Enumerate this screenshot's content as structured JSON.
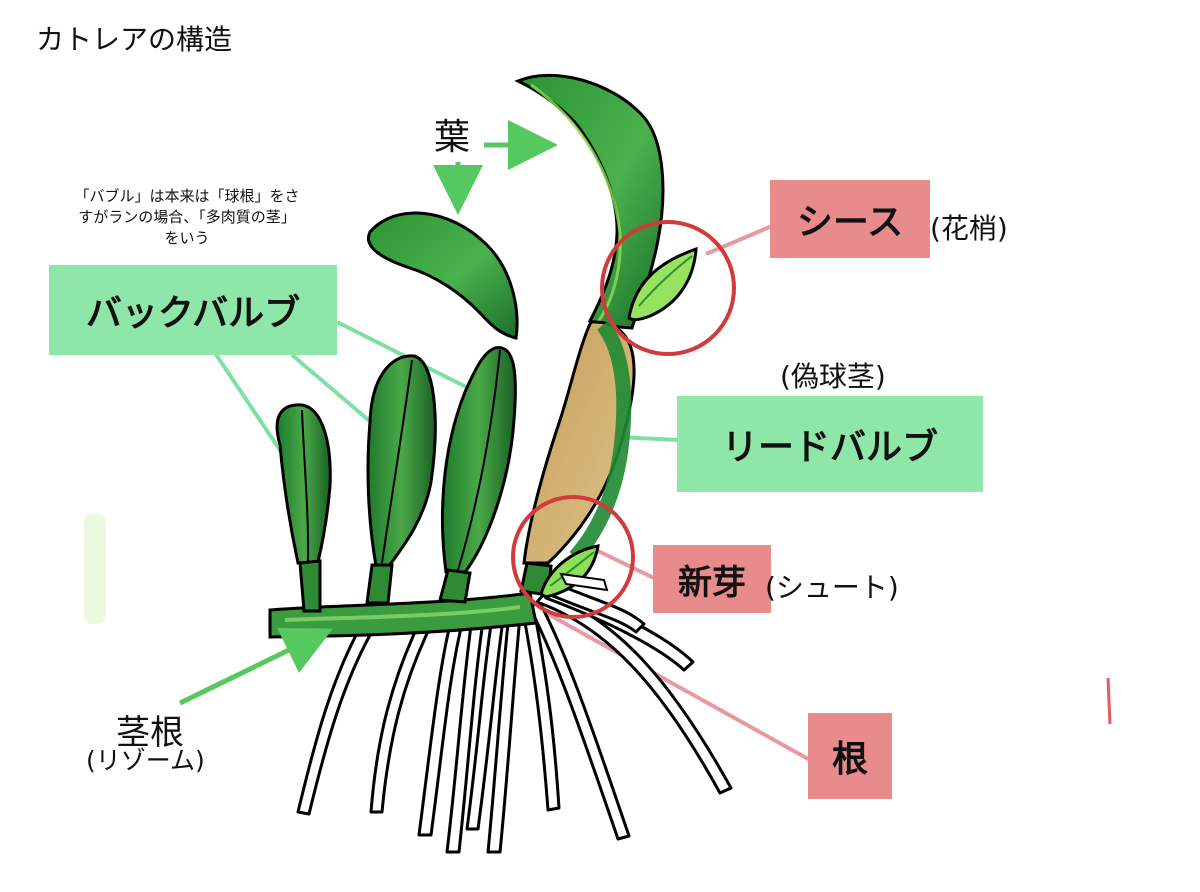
{
  "title": "カトレアの構造",
  "note_lines": [
    "「バブル」は本来は「球根」をさ",
    "すがランの場合、「多肉質の茎」",
    "をいう"
  ],
  "labels": {
    "back_bulb": "バックバルブ",
    "sheath": "シース",
    "sheath_aside": "(花梢)",
    "pseudobulb_aside": "(偽球茎)",
    "lead_bulb": "リードバルブ",
    "new_bud": "新芽",
    "new_bud_aside": "(シュート)",
    "root": "根",
    "leaf": "葉",
    "rhizome": "茎根",
    "rhizome_aside": "(リゾーム)"
  },
  "colors": {
    "green_box": "#8ee6a8",
    "pink_box": "#e88b8d",
    "dark_green": "#2f8f34",
    "mid_green": "#49b24d",
    "light_green": "#8fde55",
    "bulb_tan": "#d0b06a",
    "callout_red": "#d23b3b",
    "arrow_green": "#55c95f",
    "line_pink": "#e79aa0",
    "line_green": "#7ee0a3"
  },
  "icons": {
    "arrow": "green-arrow-icon"
  }
}
